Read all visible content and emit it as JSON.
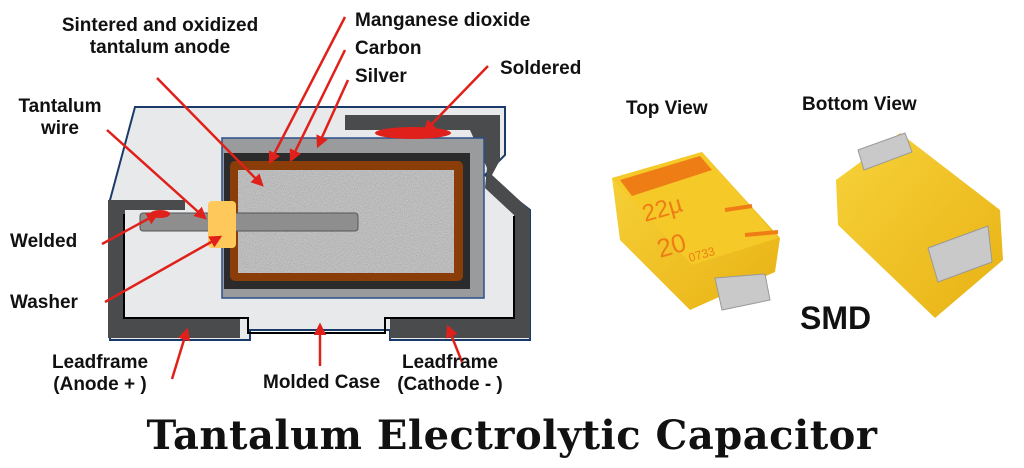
{
  "title": "Tantalum Electrolytic Capacitor",
  "diagram": {
    "labels": {
      "anode": [
        "Sintered and oxidized",
        "tantalum anode"
      ],
      "manganese": "Manganese dioxide",
      "carbon": "Carbon",
      "silver": "Silver",
      "soldered": "Soldered",
      "wire": [
        "Tantalum",
        "wire"
      ],
      "welded": "Welded",
      "washer": "Washer",
      "lead_anode": [
        "Leadframe",
        "(Anode + )"
      ],
      "molded": "Molded Case",
      "lead_cathode": [
        "Leadframe",
        "(Cathode - )"
      ]
    },
    "colors": {
      "arrow": "#e0201a",
      "case": "#e8e9eb",
      "leadframe": "#4a4b4d",
      "silver": "#9a9b9d",
      "carbon": "#2b2b2b",
      "manganese": "#8a3d08",
      "washer": "#ffc85a",
      "wire": "#8e8e8e"
    }
  },
  "photos": {
    "top_view": "Top View",
    "bottom_view": "Bottom View",
    "package": "SMD",
    "marking": {
      "value": "22µ",
      "voltage": "20",
      "code": "0733"
    },
    "colors": {
      "body": "#f2c21f",
      "marking": "#ef7d15",
      "terminal": "#c9c9c9"
    }
  }
}
